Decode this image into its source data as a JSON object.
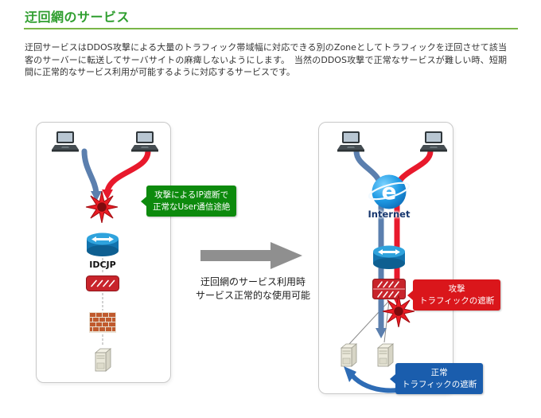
{
  "header": {
    "title": "迂回網のサービス",
    "description": "迂回サービスはDDOS攻撃による大量のトラフィック帯域幅に対応できる別のZoneとしてトラフィックを迂回させて該当客のサーバーに転送してサーバサイトの麻痺しないようにします。　当然のDDOS攻撃で正常なサービスが難しい時、短期間に正常的なサービス利用が可能するように対応するサービスです。"
  },
  "before": {
    "router_label": "IDCJP",
    "callout": {
      "line1": "攻撃によるIP遮断で",
      "line2": "正常なUser通信途絶"
    }
  },
  "transition": {
    "line1": "迂回網のサービス利用時",
    "line2": "サービス正常的な使用可能"
  },
  "after": {
    "ie_letter": "e",
    "internet_label": "Internet",
    "attack_callout": {
      "line1": "攻撃",
      "line2": "トラフィックの遮断"
    },
    "normal_callout": {
      "line1": "正常",
      "line2": "トラフィックの遮断"
    }
  },
  "colors": {
    "title_green": "#2f9e2f",
    "divider_green": "#7ab648",
    "callout_green": "#0d8a0d",
    "callout_red": "#da161b",
    "callout_blue": "#1a5dad",
    "arrow_blue": "#5b7fae",
    "arrow_red": "#e8192c",
    "transition_arrow_gray": "#8f8f8f"
  }
}
